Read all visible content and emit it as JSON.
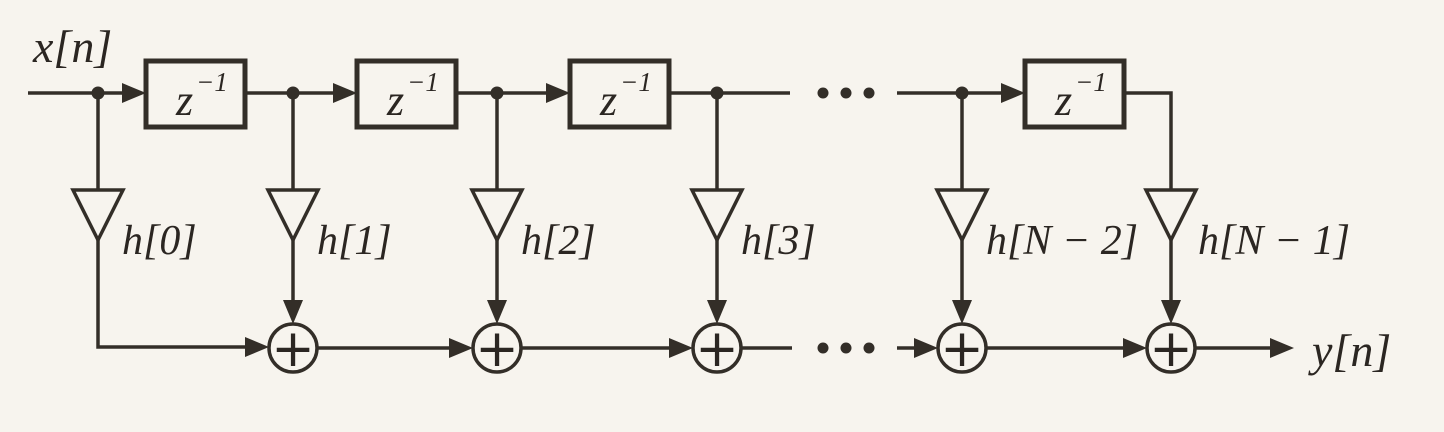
{
  "figure": {
    "background_color": "#f7f4ee",
    "line_color": "#332e28",
    "input_label": "x[n]",
    "output_label": "y[n]",
    "delay_blocks": [
      {
        "base": "z",
        "exponent": "−1"
      },
      {
        "base": "z",
        "exponent": "−1"
      },
      {
        "base": "z",
        "exponent": "−1"
      },
      {
        "base": "z",
        "exponent": "−1"
      }
    ],
    "taps": [
      {
        "label": "h[0]"
      },
      {
        "label": "h[1]"
      },
      {
        "label": "h[2]"
      },
      {
        "label": "h[3]"
      },
      {
        "label": "h[N − 2]"
      },
      {
        "label": "h[N − 1]"
      }
    ],
    "adders": [
      {
        "operator": "+"
      },
      {
        "operator": "+"
      },
      {
        "operator": "+"
      },
      {
        "operator": "+"
      },
      {
        "operator": "+"
      }
    ],
    "icons": {
      "arrowhead": "filled right/down triangle",
      "junction_dot": "filled circle",
      "ellipsis": "three dots"
    }
  }
}
